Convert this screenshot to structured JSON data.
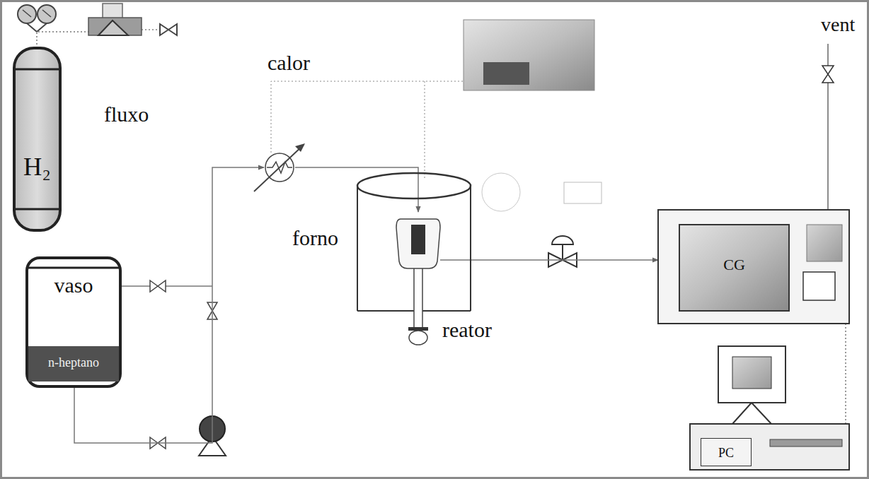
{
  "diagram": {
    "nodes": [
      {
        "text": [
          "fluxo"
        ]
      },
      {
        "text": [
          "H₂"
        ]
      },
      {
        "text": [
          "calor"
        ]
      },
      {
        "text": [
          "forno"
        ]
      },
      {
        "text": [
          "reator"
        ],
        "in": 3
      },
      {
        "text": [
          "vaso"
        ]
      },
      {
        "text": [
          "n-heptano"
        ],
        "in": 5
      },
      {
        "text": [
          "CG"
        ]
      },
      {
        "text": [
          "PC"
        ]
      }
    ],
    "edges": [
      {
        "from": 1,
        "to": 0,
        "arrow": "none"
      },
      {
        "from": 5,
        "to": 2,
        "arrow": "to"
      },
      {
        "from": 2,
        "to": 4,
        "arrow": "to"
      },
      {
        "from": 4,
        "to": 7,
        "arrow": "to"
      },
      {
        "from": 7,
        "to": 8,
        "arrow": "none"
      }
    ],
    "labels": [
      "vent"
    ]
  }
}
